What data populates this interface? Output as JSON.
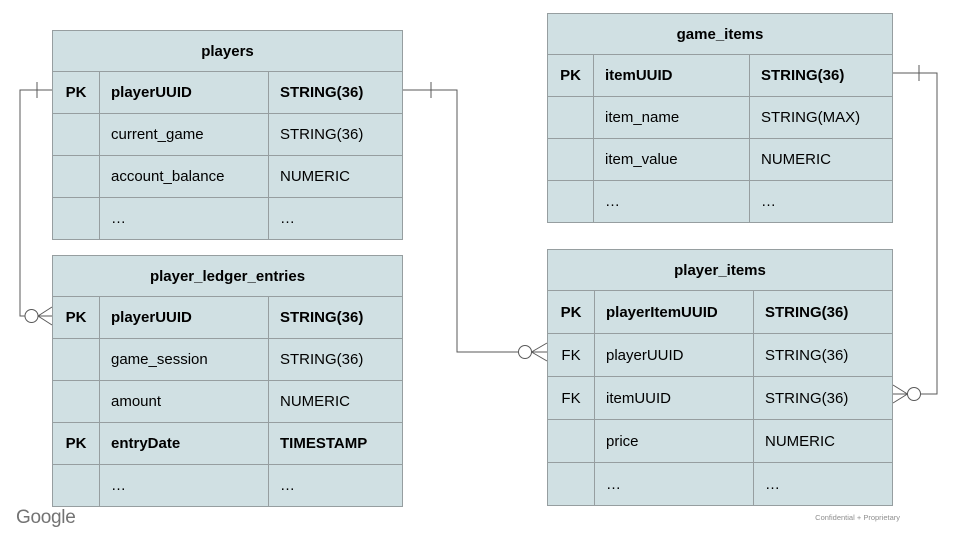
{
  "branding": {
    "logo": "Google",
    "footer_note": "Confidential + Proprietary"
  },
  "colors": {
    "table_fill": "#d0e0e3",
    "table_border": "#969ea0",
    "connector": "#595959"
  },
  "tables": {
    "players": {
      "title": "players",
      "rows": [
        {
          "key": "PK",
          "field": "playerUUID",
          "type": "STRING(36)"
        },
        {
          "key": "",
          "field": "current_game",
          "type": "STRING(36)"
        },
        {
          "key": "",
          "field": "account_balance",
          "type": "NUMERIC"
        },
        {
          "key": "",
          "field": "…",
          "type": "…"
        }
      ]
    },
    "game_items": {
      "title": "game_items",
      "rows": [
        {
          "key": "PK",
          "field": "itemUUID",
          "type": "STRING(36)"
        },
        {
          "key": "",
          "field": "item_name",
          "type": "STRING(MAX)"
        },
        {
          "key": "",
          "field": "item_value",
          "type": "NUMERIC"
        },
        {
          "key": "",
          "field": "…",
          "type": "…"
        }
      ]
    },
    "player_ledger_entries": {
      "title": "player_ledger_entries",
      "rows": [
        {
          "key": "PK",
          "field": "playerUUID",
          "type": "STRING(36)"
        },
        {
          "key": "",
          "field": "game_session",
          "type": "STRING(36)"
        },
        {
          "key": "",
          "field": "amount",
          "type": "NUMERIC"
        },
        {
          "key": "PK",
          "field": "entryDate",
          "type": "TIMESTAMP"
        },
        {
          "key": "",
          "field": "…",
          "type": "…"
        }
      ]
    },
    "player_items": {
      "title": "player_items",
      "rows": [
        {
          "key": "PK",
          "field": "playerItemUUID",
          "type": "STRING(36)"
        },
        {
          "key": "FK",
          "field": "playerUUID",
          "type": "STRING(36)"
        },
        {
          "key": "FK",
          "field": "itemUUID",
          "type": "STRING(36)"
        },
        {
          "key": "",
          "field": "price",
          "type": "NUMERIC"
        },
        {
          "key": "",
          "field": "…",
          "type": "…"
        }
      ]
    }
  },
  "relationships": [
    {
      "from": "players.playerUUID",
      "to": "player_ledger_entries.playerUUID",
      "from_cardinality": "one",
      "to_cardinality": "zero-or-many"
    },
    {
      "from": "players.playerUUID",
      "to": "player_items.playerUUID",
      "from_cardinality": "one",
      "to_cardinality": "zero-or-many"
    },
    {
      "from": "game_items.itemUUID",
      "to": "player_items.itemUUID",
      "from_cardinality": "one",
      "to_cardinality": "zero-or-many"
    }
  ]
}
